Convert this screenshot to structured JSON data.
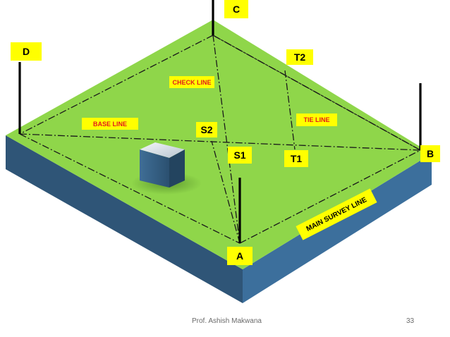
{
  "points": {
    "a": "A",
    "b": "B",
    "c": "C",
    "d": "D",
    "s1": "S1",
    "s2": "S2",
    "t1": "T1",
    "t2": "T2"
  },
  "lines": {
    "base": "BASE LINE",
    "check": "CHECK LINE",
    "tie": "TIE LINE",
    "main_survey": "MAIN SURVEY LINE"
  },
  "footer": {
    "author": "Prof. Ashish Makwana",
    "page_number": "33"
  },
  "colors": {
    "ground": "#8fd64a",
    "slab_side_dark": "#2f5577",
    "slab_side_light": "#3c6f9c",
    "label_fill": "#ffff00",
    "label_text_red": "#e41a1a"
  }
}
